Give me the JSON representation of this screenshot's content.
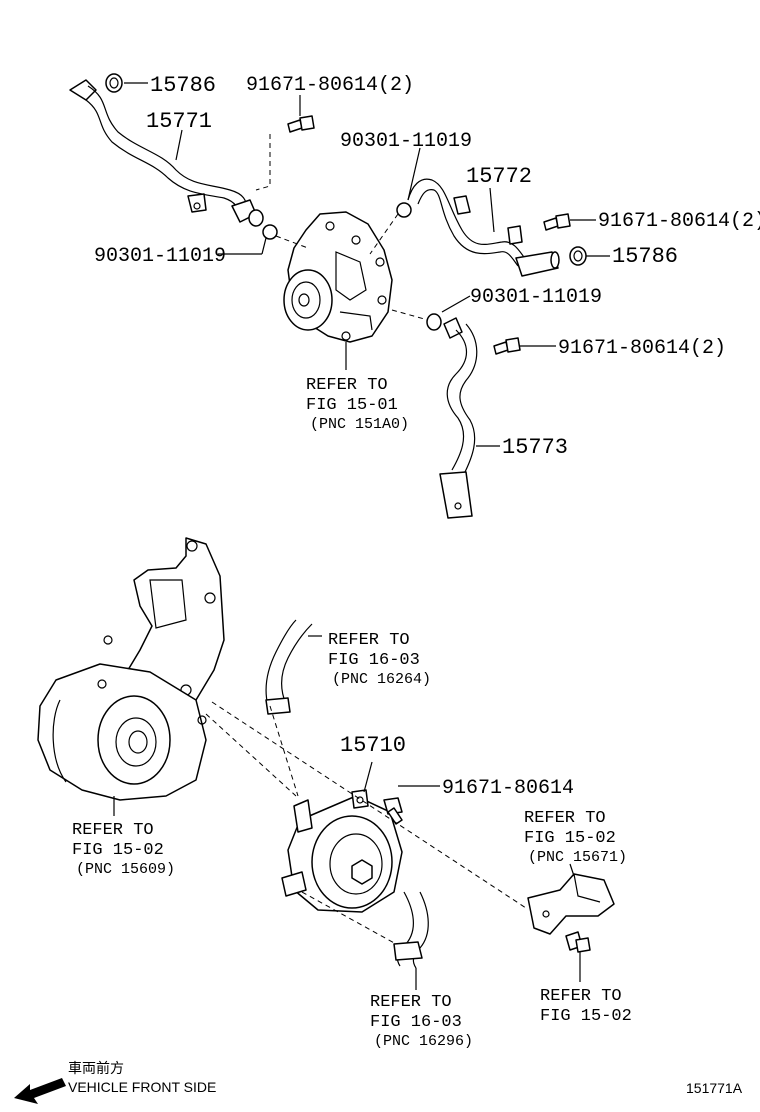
{
  "labels": {
    "p15786_top": "15786",
    "p15771": "15771",
    "p91671_top": "91671-80614(2)",
    "p90301_left": "90301-11019",
    "p90301_mid": "90301-11019",
    "p15772": "15772",
    "p91671_right1": "91671-80614(2)",
    "p15786_right": "15786",
    "p90301_right": "90301-11019",
    "p91671_right2": "91671-80614(2)",
    "p15773": "15773",
    "p15710": "15710",
    "p91671_single": "91671-80614"
  },
  "refs": {
    "pump": {
      "line1": "REFER TO",
      "line2": "FIG 15-01",
      "line3": "(PNC 151A0)"
    },
    "hose_top": {
      "line1": "REFER TO",
      "line2": "FIG 16-03",
      "line3": "(PNC 16264)"
    },
    "alternator": {
      "line1": "REFER TO",
      "line2": "FIG 15-02",
      "line3": "(PNC 15609)"
    },
    "bracket": {
      "line1": "REFER TO",
      "line2": "FIG 15-02",
      "line3": "(PNC 15671)"
    },
    "hose_bottom": {
      "line1": "REFER TO",
      "line2": "FIG 16-03",
      "line3": "(PNC 16296)"
    },
    "bolt_bottom": {
      "line1": "REFER TO",
      "line2": "FIG 15-02"
    }
  },
  "footer": {
    "japanese": "車両前方",
    "english": "VEHICLE FRONT SIDE",
    "figure_code": "151771A"
  },
  "icons": {
    "direction": "left-down-arrow-icon"
  }
}
